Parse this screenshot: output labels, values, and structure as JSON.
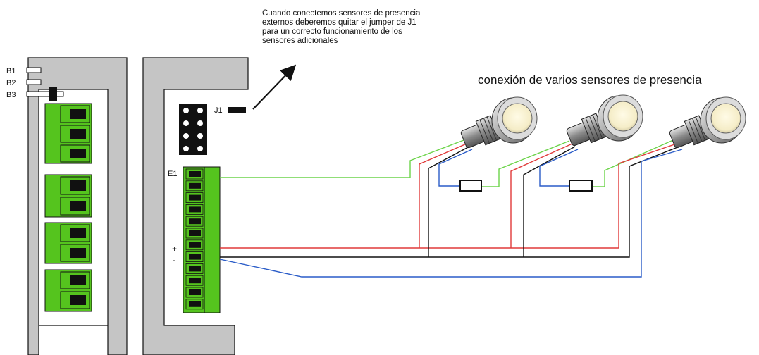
{
  "note": {
    "lines": [
      "Cuando conectemos sensores de presencia",
      "externos deberemos quitar el jumper de J1",
      "para un correcto funcionamiento de los",
      "sensores adicionales"
    ]
  },
  "title": "conexión de varios sensores de presencia",
  "labels": {
    "b1": "B1",
    "b2": "B2",
    "b3": "B3",
    "j1": "J1",
    "e1": "E1",
    "plus": "+",
    "minus": "-"
  },
  "colors": {
    "panel": "#c5c5c5",
    "terminal": "#55c41e",
    "wire_green": "#6cd44a",
    "wire_red": "#e03a3a",
    "wire_black": "#111111",
    "wire_blue": "#2a5cc8"
  },
  "sensor_count": 3
}
